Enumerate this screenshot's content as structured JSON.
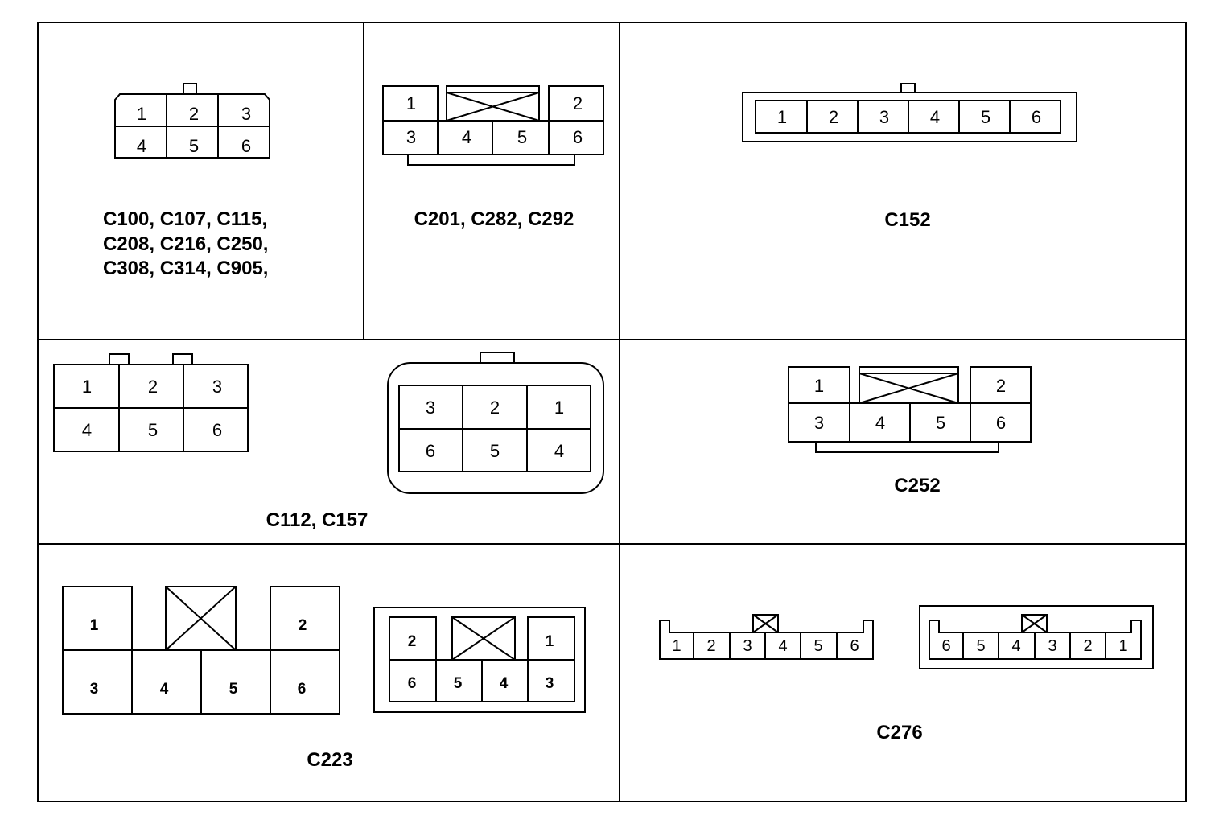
{
  "panels": {
    "p1": {
      "label_lines": [
        "C100, C107, C115,",
        "C208, C216, C250,",
        "C308, C314, C905,"
      ],
      "pins": [
        "1",
        "2",
        "3",
        "4",
        "5",
        "6"
      ]
    },
    "p2": {
      "label": "C201, C282, C292",
      "pins": [
        "1",
        "2",
        "3",
        "4",
        "5",
        "6"
      ]
    },
    "p3": {
      "label": "C152",
      "pins": [
        "1",
        "2",
        "3",
        "4",
        "5",
        "6"
      ]
    },
    "p4": {
      "label": "C112, C157",
      "left_pins": [
        "1",
        "2",
        "3",
        "4",
        "5",
        "6"
      ],
      "right_pins": [
        "3",
        "2",
        "1",
        "6",
        "5",
        "4"
      ]
    },
    "p5": {
      "label": "C252",
      "pins": [
        "1",
        "2",
        "3",
        "4",
        "5",
        "6"
      ]
    },
    "p6": {
      "label": "C223",
      "left_pins": [
        "1",
        "2",
        "3",
        "4",
        "5",
        "6"
      ],
      "right_pins": [
        "2",
        "1",
        "6",
        "5",
        "4",
        "3"
      ]
    },
    "p7": {
      "label": "C276",
      "left_pins": [
        "1",
        "2",
        "3",
        "4",
        "5",
        "6"
      ],
      "right_pins": [
        "6",
        "5",
        "4",
        "3",
        "2",
        "1"
      ]
    }
  }
}
